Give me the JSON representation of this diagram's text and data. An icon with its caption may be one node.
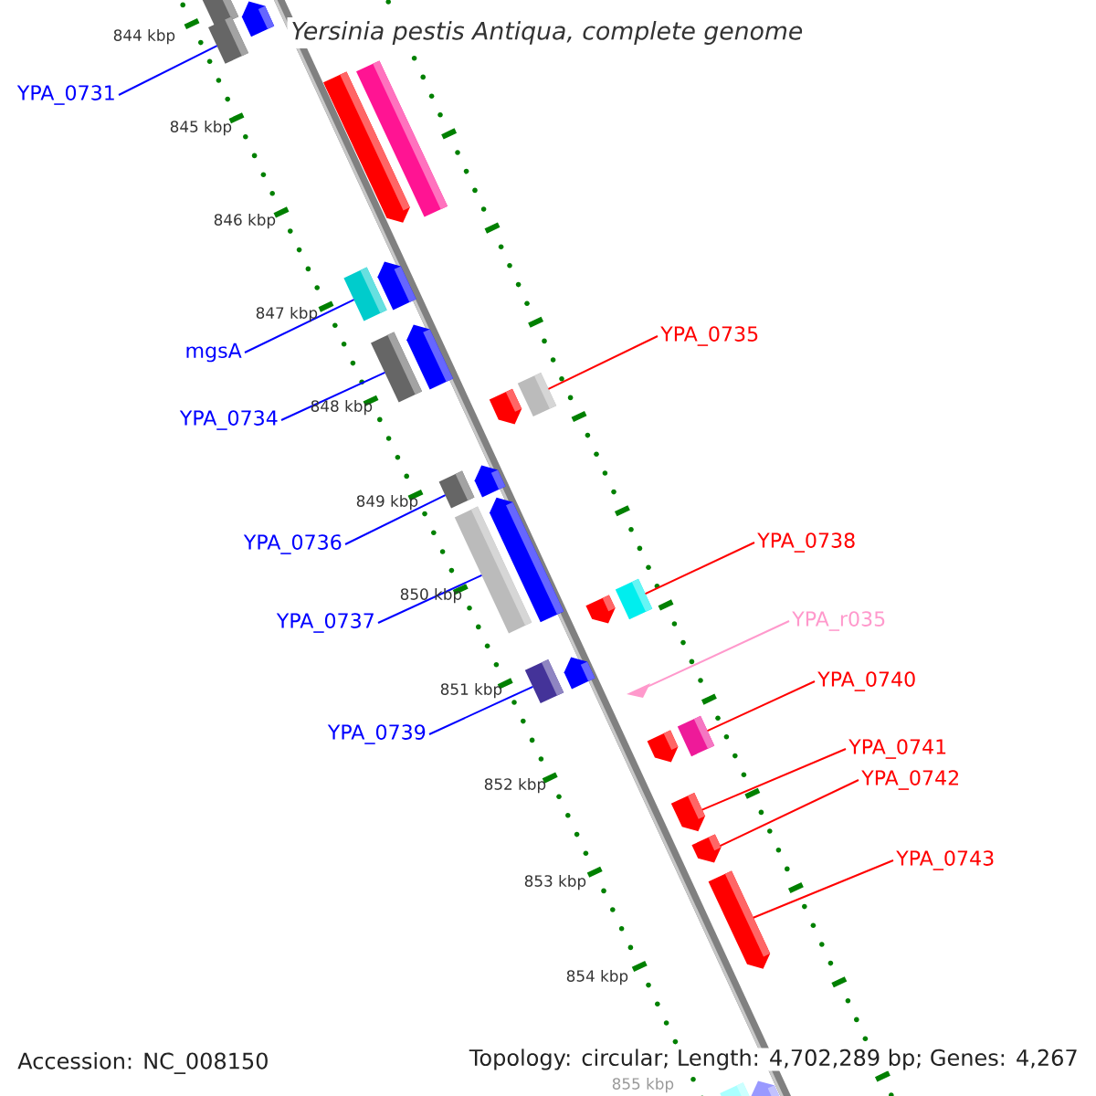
{
  "diagram": {
    "title": "Yersinia pestis Antiqua, complete genome",
    "nodes": [
      {
        "text": [
          "YPA_0731"
        ]
      },
      {
        "text": [],
        "shape": "bar"
      },
      {
        "text": [
          "mgsA"
        ]
      },
      {
        "text": [],
        "shape": "bar"
      },
      {
        "text": [
          "YPA_0734"
        ]
      },
      {
        "text": [],
        "shape": "bar"
      },
      {
        "text": [
          "YPA_0735"
        ]
      },
      {
        "text": [],
        "shape": "bar"
      },
      {
        "text": [
          "YPA_0736"
        ]
      },
      {
        "text": [],
        "shape": "bar"
      },
      {
        "text": [
          "YPA_0737"
        ]
      },
      {
        "text": [],
        "shape": "bar"
      },
      {
        "text": [
          "YPA_0738"
        ]
      },
      {
        "text": [],
        "shape": "bar"
      },
      {
        "text": [
          "YPA_r035"
        ]
      },
      {
        "text": [],
        "shape": "triangle"
      },
      {
        "text": [
          "YPA_0739"
        ]
      },
      {
        "text": [],
        "shape": "bar"
      },
      {
        "text": [
          "YPA_0740"
        ]
      },
      {
        "text": [],
        "shape": "bar"
      },
      {
        "text": [
          "YPA_0741"
        ]
      },
      {
        "text": [],
        "shape": "bar"
      },
      {
        "text": [
          "YPA_0742"
        ]
      },
      {
        "text": [],
        "shape": "bar"
      },
      {
        "text": [
          "YPA_0743"
        ]
      },
      {
        "text": [],
        "shape": "bar"
      },
      {
        "text": [],
        "shape": "bar"
      },
      {
        "text": [],
        "shape": "bar"
      },
      {
        "text": [],
        "shape": "bar"
      },
      {
        "text": [],
        "shape": "bar"
      },
      {
        "text": [],
        "shape": "bar"
      },
      {
        "text": [],
        "shape": "bar"
      },
      {
        "text": [],
        "shape": "bar"
      },
      {
        "text": [],
        "shape": "bar"
      },
      {
        "text": [],
        "shape": "bar"
      },
      {
        "text": [],
        "shape": "bar"
      },
      {
        "text": [],
        "shape": "bar"
      },
      {
        "text": [],
        "shape": "bar"
      },
      {
        "text": [],
        "shape": "bar"
      },
      {
        "text": [],
        "shape": "bar"
      }
    ],
    "edges": [
      {
        "from": 0,
        "to": 1,
        "arrow": "none",
        "color": "#0000ff"
      },
      {
        "from": 2,
        "to": 3,
        "arrow": "none",
        "color": "#0000ff"
      },
      {
        "from": 4,
        "to": 5,
        "arrow": "none",
        "color": "#0000ff"
      },
      {
        "from": 6,
        "to": 7,
        "arrow": "none",
        "color": "#ff0000"
      },
      {
        "from": 8,
        "to": 9,
        "arrow": "none",
        "color": "#0000ff"
      },
      {
        "from": 10,
        "to": 11,
        "arrow": "none",
        "color": "#0000ff"
      },
      {
        "from": 12,
        "to": 13,
        "arrow": "none",
        "color": "#ff0000"
      },
      {
        "from": 14,
        "to": 15,
        "arrow": "none",
        "color": "#ff99cc"
      },
      {
        "from": 16,
        "to": 17,
        "arrow": "none",
        "color": "#0000ff"
      },
      {
        "from": 18,
        "to": 19,
        "arrow": "none",
        "color": "#ff0000"
      },
      {
        "from": 20,
        "to": 21,
        "arrow": "none",
        "color": "#ff0000"
      },
      {
        "from": 22,
        "to": 23,
        "arrow": "none",
        "color": "#ff0000"
      },
      {
        "from": 24,
        "to": 25,
        "arrow": "none",
        "color": "#ff0000"
      }
    ],
    "labels": [
      "844 kbp",
      "845 kbp",
      "846 kbp",
      "847 kbp",
      "848 kbp",
      "849 kbp",
      "850 kbp",
      "851 kbp",
      "852 kbp",
      "853 kbp",
      "854 kbp",
      "855 kbp",
      "Accession: NC_008150",
      "Topology: circular; Length: 4,702,289 bp; Genes: 4,267"
    ]
  }
}
